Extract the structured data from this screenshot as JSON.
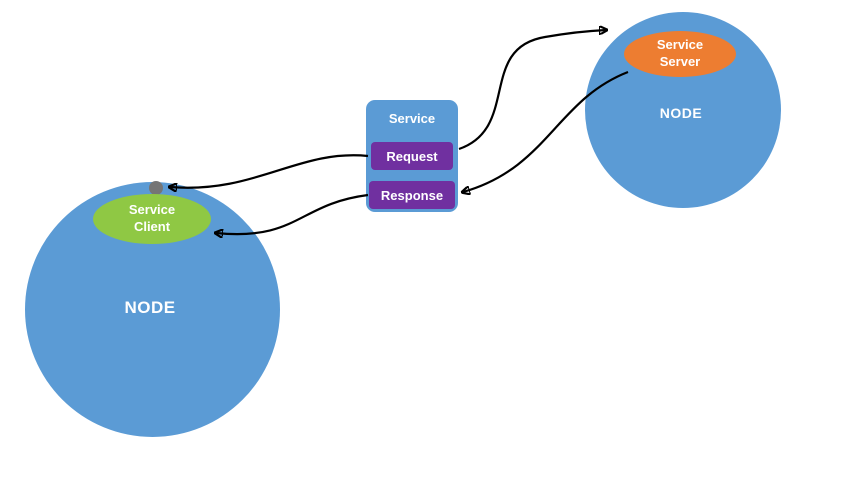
{
  "diagram": {
    "left_node": {
      "label": "NODE",
      "client": {
        "line1": "Service",
        "line2": "Client"
      }
    },
    "right_node": {
      "label": "NODE",
      "server": {
        "line1": "Service",
        "line2": "Server"
      }
    },
    "service_box": {
      "title": "Service",
      "request_label": "Request",
      "response_label": "Response"
    },
    "colors": {
      "node_blue": "#5b9bd5",
      "client_green": "#8fc844",
      "server_orange": "#ed7d31",
      "action_purple": "#7030a0",
      "dot_gray": "#757575",
      "connector_black": "#000000",
      "text_white": "#ffffff"
    }
  }
}
